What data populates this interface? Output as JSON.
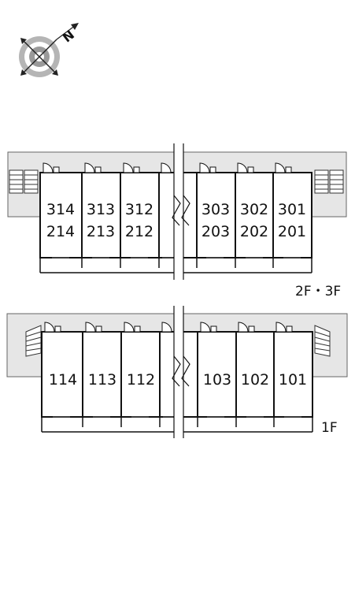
{
  "compass": {
    "icon": "compass-rose-icon",
    "north_label": "N"
  },
  "floor_upper": {
    "floor_label": "2F・3F",
    "units": [
      {
        "top": "314",
        "bottom": "214"
      },
      {
        "top": "313",
        "bottom": "213"
      },
      {
        "top": "312",
        "bottom": "212"
      },
      {
        "top": "",
        "bottom": ""
      },
      {
        "top": "303",
        "bottom": "203"
      },
      {
        "top": "302",
        "bottom": "202"
      },
      {
        "top": "301",
        "bottom": "201"
      }
    ]
  },
  "floor_lower": {
    "floor_label": "1F",
    "units": [
      {
        "label": "114"
      },
      {
        "label": "113"
      },
      {
        "label": "112"
      },
      {
        "label": ""
      },
      {
        "label": "103"
      },
      {
        "label": "102"
      },
      {
        "label": "101"
      }
    ]
  },
  "colors": {
    "walkway": "#e6e6e6",
    "wall": "#111111",
    "background": "#ffffff"
  }
}
